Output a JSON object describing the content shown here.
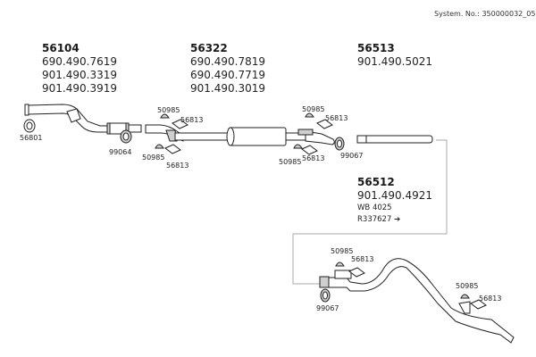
{
  "header": {
    "system_number": "System. No.: 350000032_05"
  },
  "groups": [
    {
      "id": "56104",
      "lines": [
        "690.490.7619",
        "901.490.3319",
        "901.490.3919"
      ]
    },
    {
      "id": "56322",
      "lines": [
        "690.490.7819",
        "690.490.7719",
        "901.490.3019"
      ]
    },
    {
      "id": "56513",
      "lines": [
        "901.490.5021"
      ]
    },
    {
      "id": "56512",
      "lines": [
        "901.490.4921"
      ],
      "notes": [
        "WB  4025",
        "R337627"
      ],
      "arrow": "arrow-right-icon"
    }
  ],
  "part_labels": {
    "front_clamp": "56801",
    "clamp_1": "99064",
    "mount_a_top": "50985",
    "bracket_a_top": "56813",
    "mount_a_bottom": "50985",
    "bracket_a_bottom": "56813",
    "mount_b_top": "50985",
    "bracket_b_top": "56813",
    "mount_b_bottom": "50985",
    "bracket_b_bottom": "56813",
    "clamp_2": "99067",
    "mount_c": "50985",
    "bracket_c": "56813",
    "clamp_3": "99067",
    "mount_d": "50985",
    "bracket_d": "56813"
  },
  "colors": {
    "line": "#222222",
    "connector": "#aaaaaa",
    "fill": "#ffffff",
    "shade": "#cfcfcf"
  }
}
